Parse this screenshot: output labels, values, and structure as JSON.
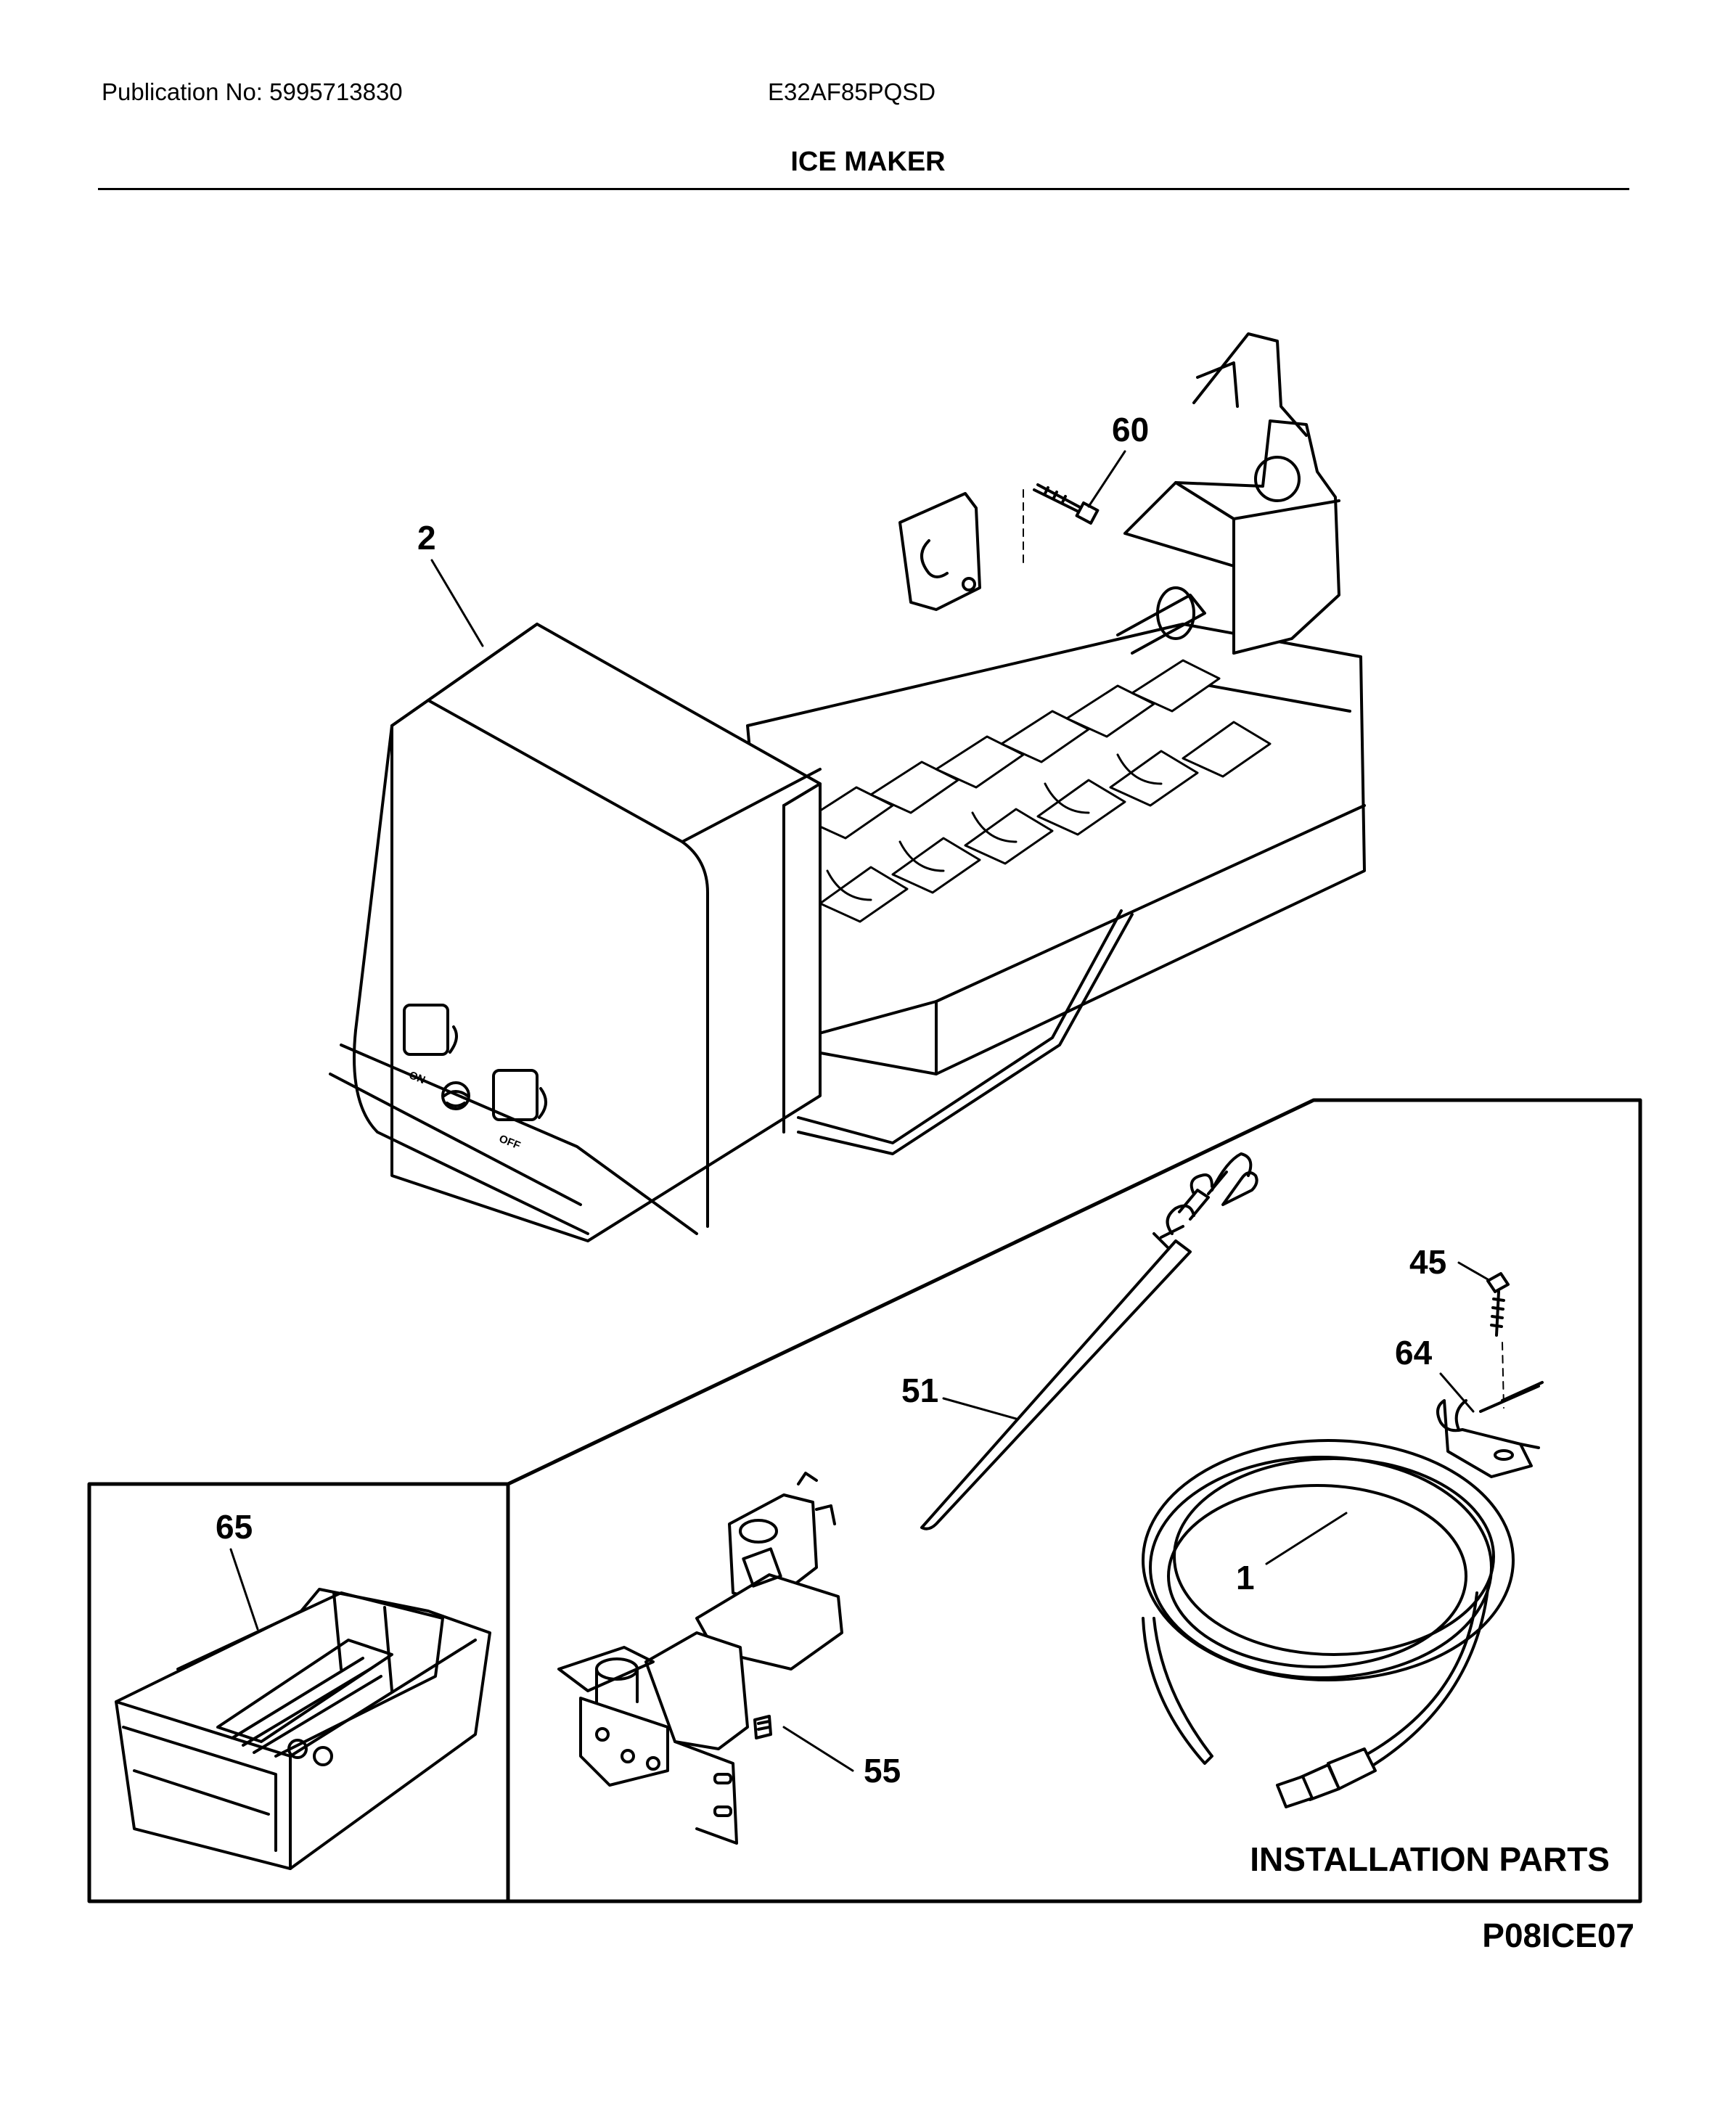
{
  "header": {
    "publication": "Publication No: 5995713830",
    "model": "E32AF85PQSD",
    "title": "ICE MAKER"
  },
  "figure_code": "P08ICE07",
  "panel_label": "INSTALLATION PARTS",
  "controls": {
    "on": "ON",
    "off": "OFF"
  },
  "parts": [
    {
      "num": "60",
      "name": "screw"
    },
    {
      "num": "2",
      "name": "ice maker assembly"
    },
    {
      "num": "45",
      "name": "screw"
    },
    {
      "num": "64",
      "name": "tube clamp"
    },
    {
      "num": "51",
      "name": "fill tube"
    },
    {
      "num": "65",
      "name": "ice bucket"
    },
    {
      "num": "1",
      "name": "water line"
    },
    {
      "num": "55",
      "name": "water valve"
    }
  ]
}
